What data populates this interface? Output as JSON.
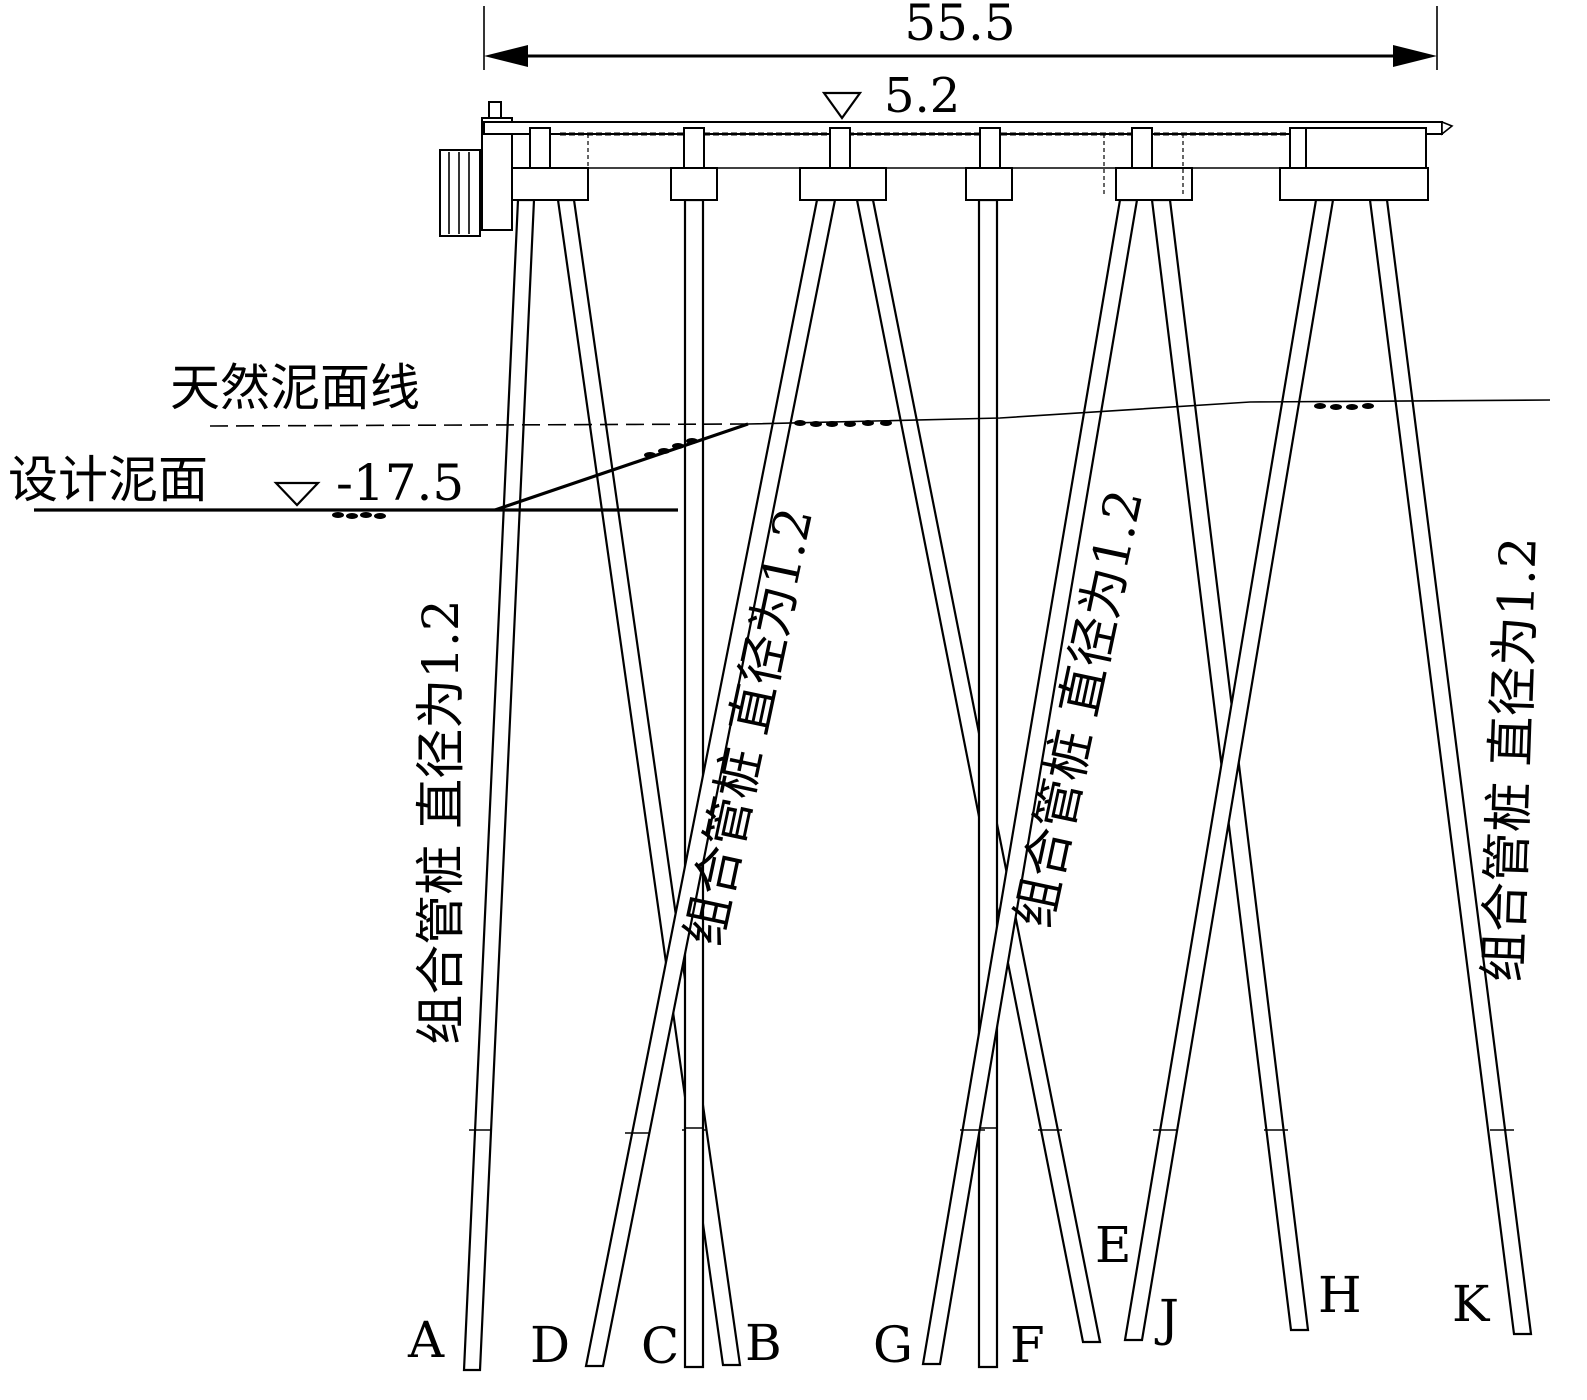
{
  "dimensions": {
    "total_width": "55.5",
    "deck_elevation": "5.2"
  },
  "mudline": {
    "natural_label": "天然泥面线",
    "design_label": "设计泥面",
    "design_elevation": "-17.5"
  },
  "pile_note": "组合管桩 直径为1.2",
  "pile_labels": {
    "A": "A",
    "B": "B",
    "C": "C",
    "D": "D",
    "E": "E",
    "F": "F",
    "G": "G",
    "H": "H",
    "J": "J",
    "K": "K"
  }
}
